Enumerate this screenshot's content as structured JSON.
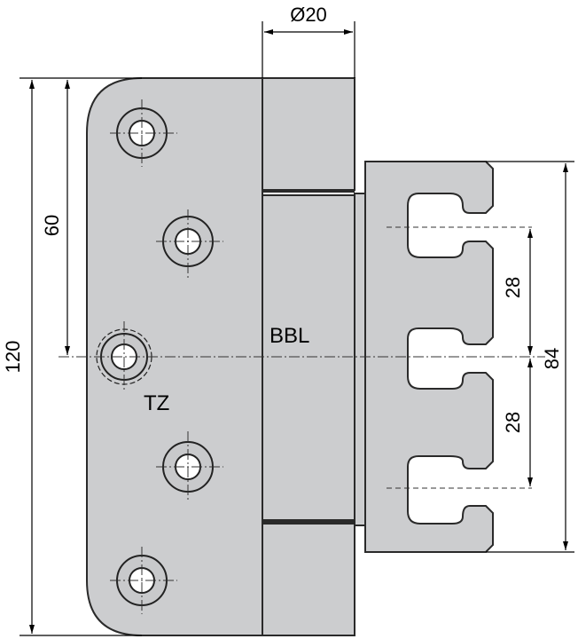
{
  "dimensions": {
    "barrel_diameter": "Ø20",
    "total_height": "120",
    "half_height": "60",
    "right_height": "84",
    "pitch_upper": "28",
    "pitch_lower": "28"
  },
  "labels": {
    "barrel": "BBL",
    "center_hole": "TZ"
  },
  "colors": {
    "part_fill": "#cccdcf",
    "outline": "#2a2a2a",
    "lines": "#000000"
  }
}
